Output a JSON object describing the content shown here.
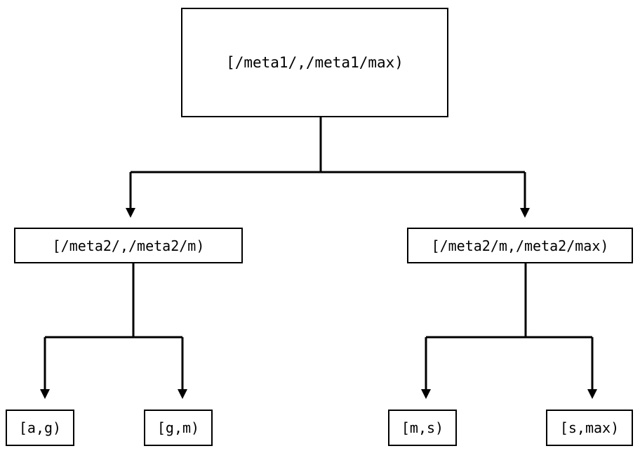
{
  "diagram": {
    "type": "tree",
    "orientation": "top-down",
    "background_color": "#ffffff",
    "stroke_color": "#000000",
    "nodes": {
      "root": {
        "label": "[/meta1/,/meta1/max)"
      },
      "mid_left": {
        "label": "[/meta2/,/meta2/m)"
      },
      "mid_right": {
        "label": "[/meta2/m,/meta2/max)"
      },
      "leaf_ag": {
        "label": "[a,g)"
      },
      "leaf_gm": {
        "label": "[g,m)"
      },
      "leaf_ms": {
        "label": "[m,s)"
      },
      "leaf_smax": {
        "label": "[s,max)"
      }
    }
  }
}
